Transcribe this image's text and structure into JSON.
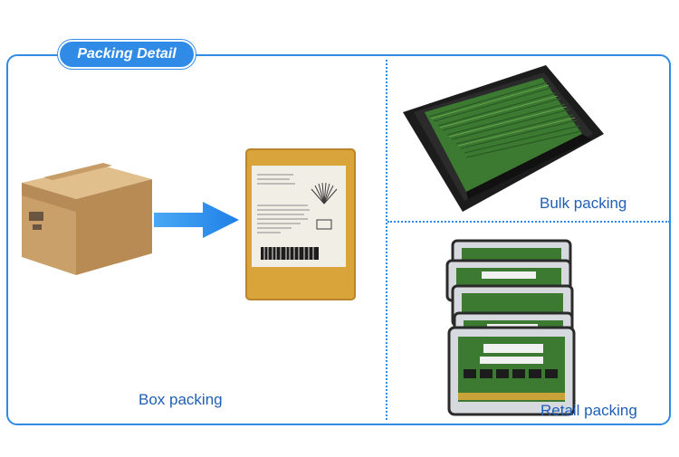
{
  "header": {
    "title": "Packing Detail"
  },
  "sections": {
    "box": {
      "caption": "Box packing"
    },
    "bulk": {
      "caption": "Bulk packing"
    },
    "retail": {
      "caption": "Retail packing"
    }
  },
  "colors": {
    "accent": "#2f8be6",
    "caption": "#1f5fb5",
    "box": "#c9a372",
    "envelope": "#d9a43a",
    "module_green": "#3c7a32",
    "tray": "#1c1c1c"
  },
  "icons": [
    "shipping-box-image",
    "arrow-right-icon",
    "padded-envelope-image",
    "bulk-tray-image",
    "retail-blister-image"
  ]
}
